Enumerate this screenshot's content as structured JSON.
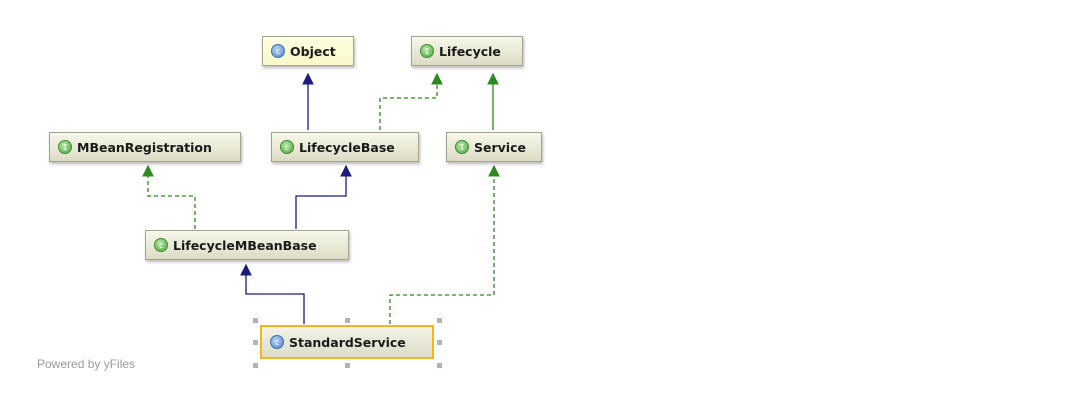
{
  "nodes": {
    "object": {
      "label": "Object",
      "kind": "class",
      "badge": "c"
    },
    "lifecycle": {
      "label": "Lifecycle",
      "kind": "interface",
      "badge": "I"
    },
    "mbean_registration": {
      "label": "MBeanRegistration",
      "kind": "interface",
      "badge": "I"
    },
    "lifecycle_base": {
      "label": "LifecycleBase",
      "kind": "abstract",
      "badge": "c"
    },
    "service": {
      "label": "Service",
      "kind": "interface",
      "badge": "I"
    },
    "lifecycle_mbean_base": {
      "label": "LifecycleMBeanBase",
      "kind": "abstract",
      "badge": "c"
    },
    "standard_service": {
      "label": "StandardService",
      "kind": "class",
      "badge": "c"
    }
  },
  "relations": [
    {
      "from": "LifecycleBase",
      "to": "Object",
      "type": "extends"
    },
    {
      "from": "LifecycleBase",
      "to": "Lifecycle",
      "type": "implements"
    },
    {
      "from": "Service",
      "to": "Lifecycle",
      "type": "extends-interface"
    },
    {
      "from": "LifecycleMBeanBase",
      "to": "MBeanRegistration",
      "type": "implements"
    },
    {
      "from": "LifecycleMBeanBase",
      "to": "LifecycleBase",
      "type": "extends"
    },
    {
      "from": "StandardService",
      "to": "LifecycleMBeanBase",
      "type": "extends"
    },
    {
      "from": "StandardService",
      "to": "Service",
      "type": "implements"
    }
  ],
  "colors": {
    "extends_edge": "#1b1b7e",
    "implements_edge": "#2b8a1e",
    "selection_border": "#f0b81c"
  },
  "watermark": "Powered by yFiles"
}
